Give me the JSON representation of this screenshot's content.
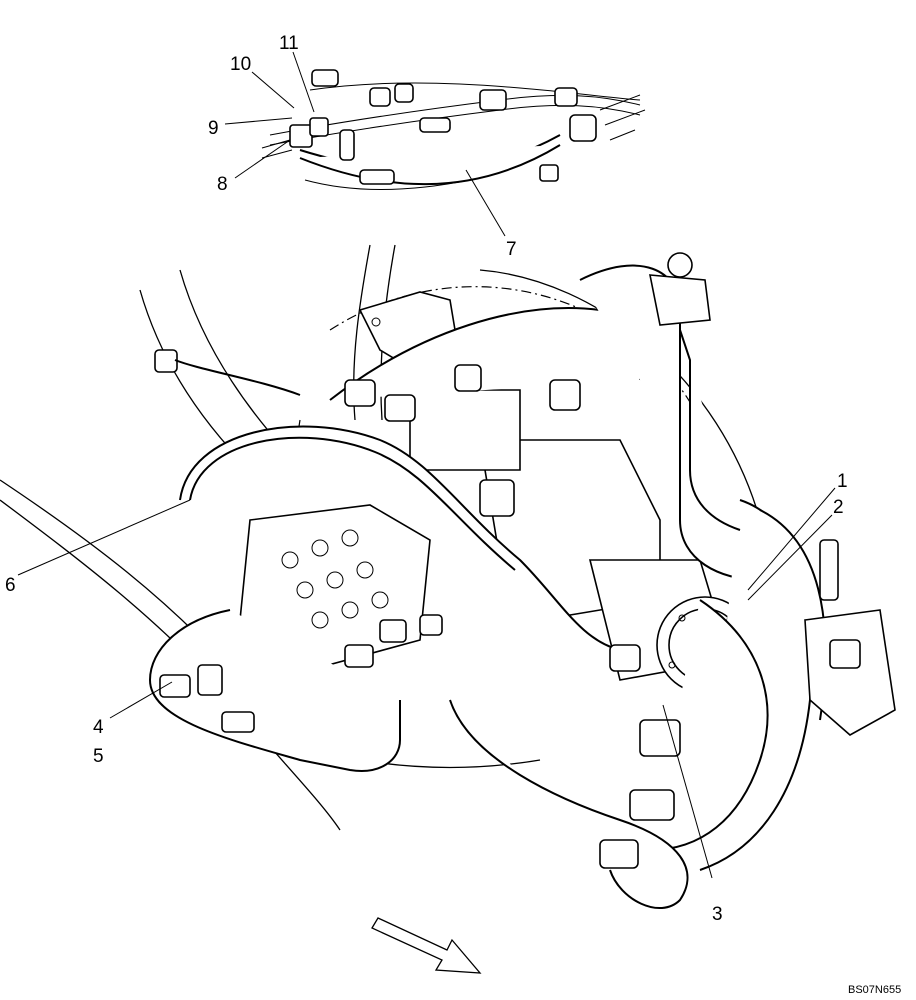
{
  "callouts": {
    "c1": "1",
    "c2": "2",
    "c3": "3",
    "c4": "4",
    "c5": "5",
    "c6": "6",
    "c7": "7",
    "c8": "8",
    "c9": "9",
    "c10": "10",
    "c11": "11"
  },
  "reference_code": "BS07N655"
}
